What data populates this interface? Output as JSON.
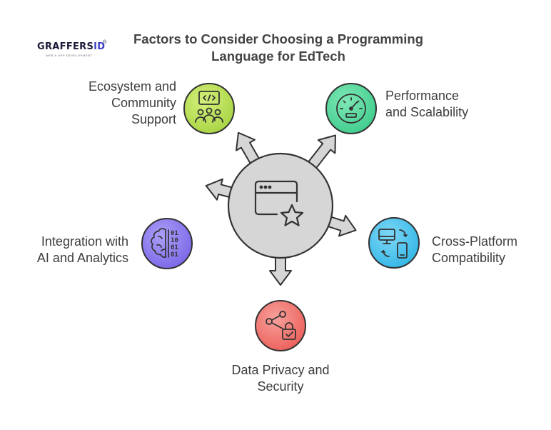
{
  "logo": {
    "main": "GRAFFERS",
    "id": "ID",
    "reg": "®",
    "tagline": "WEB & APP DEVELOPMENT"
  },
  "title": {
    "line1": "Factors to Consider Choosing a Programming",
    "line2": "Language for EdTech"
  },
  "factors": [
    {
      "id": "ecosystem",
      "lines": [
        "Ecosystem and",
        "Community",
        "Support"
      ],
      "color": "#b6e053",
      "icon": "code-community-icon"
    },
    {
      "id": "performance",
      "lines": [
        "Performance",
        "and Scalability"
      ],
      "color": "#4fd79b",
      "icon": "speedometer-icon"
    },
    {
      "id": "integration",
      "lines": [
        "Integration with",
        "AI and Analytics"
      ],
      "color": "#8d7df0",
      "icon": "ai-brain-binary-icon"
    },
    {
      "id": "crossplatform",
      "lines": [
        "Cross-Platform",
        "Compatibility"
      ],
      "color": "#42c2ee",
      "icon": "devices-sync-icon"
    },
    {
      "id": "privacy",
      "lines": [
        "Data Privacy and",
        "Security"
      ],
      "color": "#f2726e",
      "icon": "share-lock-icon"
    }
  ],
  "center": {
    "color": "#d6d6d6",
    "icon": "app-window-star-icon"
  },
  "colors": {
    "outline": "#333333",
    "arrow_fill": "#d6d6d6"
  }
}
